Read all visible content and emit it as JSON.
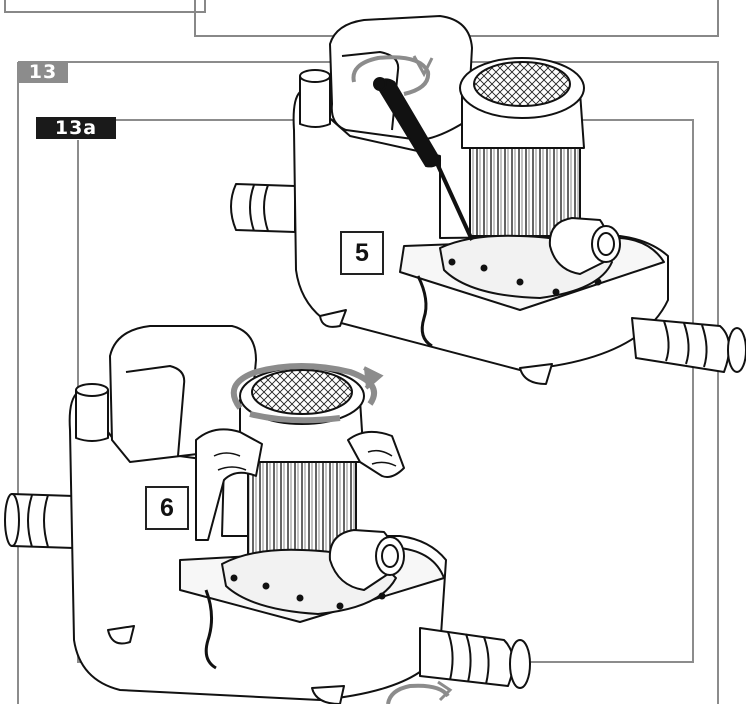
{
  "figure": {
    "label": "13",
    "sub_label": "13a"
  },
  "steps": [
    {
      "number": "5"
    },
    {
      "number": "6"
    }
  ]
}
